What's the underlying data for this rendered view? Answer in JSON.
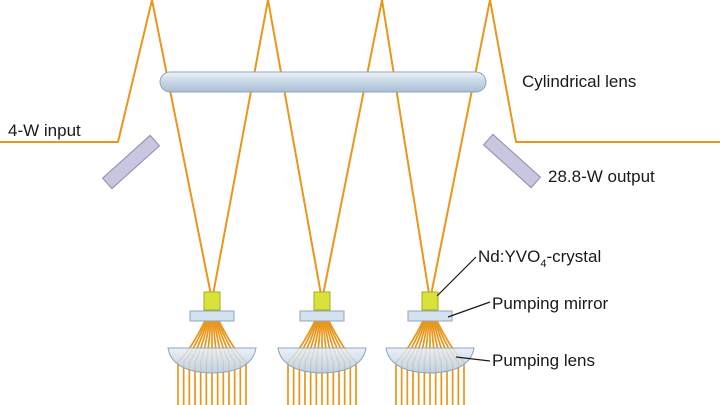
{
  "labels": {
    "input": "4-W input",
    "output": "28.8-W output",
    "cylindrical_lens": "Cylindrical lens",
    "crystal_prefix": "Nd:YVO",
    "crystal_subscript": "4",
    "crystal_suffix": "-crystal",
    "pumping_mirror": "Pumping mirror",
    "pumping_lens": "Pumping lens"
  },
  "colors": {
    "beam": "#e8961c",
    "lens": "#c9d8e6",
    "lens_edge": "#8ea6bd",
    "mirror": "#c9c6e0",
    "mirror_edge": "#8f8ab4",
    "crystal": "#d8e23a",
    "crystal_edge": "#a7ad1c",
    "pump_mirror": "#d4e1ee",
    "pump_lens": "#c9d6e6",
    "text": "#1a1a1a",
    "leader": "#1a1a1a"
  },
  "pump_modules": 3
}
